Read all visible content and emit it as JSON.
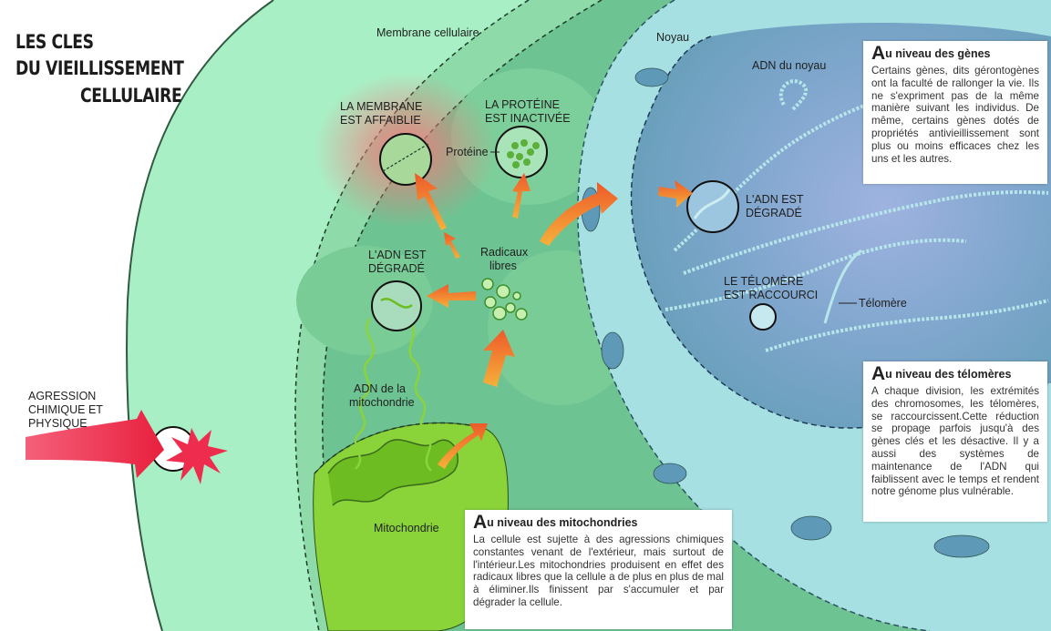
{
  "title": {
    "line1": "LES CLES",
    "line2": "DU VIEILLISSEMENT",
    "line3": "CELLULAIRE"
  },
  "labels": {
    "membrane_cellulaire": "Membrane cellulaire",
    "noyau": "Noyau",
    "adn_du_noyau": "ADN du noyau",
    "membrane_affaiblie_1": "LA MEMBRANE",
    "membrane_affaiblie_2": "EST AFFAIBLIE",
    "proteine_inactivee_1": "LA PROTÉINE",
    "proteine_inactivee_2": "EST INACTIVÉE",
    "proteine": "Protéine",
    "radicaux_1": "Radicaux",
    "radicaux_2": "libres",
    "adn_degrade_mito_1": "L'ADN EST",
    "adn_degrade_mito_2": "DÉGRADÉ",
    "adn_mito_1": "ADN de la",
    "adn_mito_2": "mitochondrie",
    "mitochondrie": "Mitochondrie",
    "agression_1": "AGRESSION",
    "agression_2": "CHIMIQUE ET",
    "agression_3": "PHYSIQUE",
    "adn_degrade_noyau_1": "L'ADN EST",
    "adn_degrade_noyau_2": "DÉGRADÉ",
    "telomere_raccourci_1": "LE TÉLOMÈRE",
    "telomere_raccourci_2": "EST RACCOURCI",
    "telomere": "Télomère"
  },
  "boxes": {
    "genes": {
      "cap": "A",
      "title": "u niveau des gènes",
      "text": "Certains gènes, dits gérontogènes ont la faculté de rallonger la vie. Ils ne s'expriment pas de la même manière suivant les individus. De même, certains gènes dotés de propriétés antivieillissement sont plus ou moins efficaces chez les uns et les autres."
    },
    "telomeres": {
      "cap": "A",
      "title": "u niveau des télomères",
      "text": "A chaque division, les extrémités des chromosomes, les télomères, se raccourcissent.Cette réduction se propage parfois jusqu'à des gènes clés et les désactive. Il y a aussi des systèmes de maintenance de l'ADN qui faiblissent avec le temps et rendent notre génome plus vulnérable."
    },
    "mitochondries": {
      "cap": "A",
      "title": "u niveau des mitochondries",
      "text": "La cellule est sujette à des agressions chimiques constantes venant de l'extérieur, mais surtout de l'intérieur.Les mitochondries produisent en effet des radicaux libres que la cellule a de plus en plus de mal à éliminer.Ils finissent par s'accumuler et par dégrader la cellule."
    }
  },
  "colors": {
    "outer_cell": "#a8eec4",
    "membrane_band": "#8fdcaa",
    "cytoplasm": "#6fc491",
    "nucleus": "#a6dfe1",
    "nucleus_inner": "#7fb2cf",
    "arrow_orange": "#f08a2a",
    "arrow_red": "#ee3d57",
    "mitochondria": "#8fd43c"
  }
}
